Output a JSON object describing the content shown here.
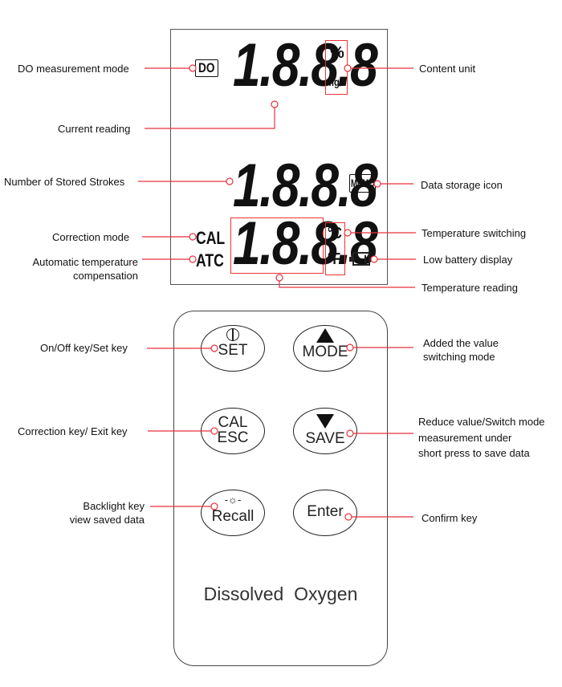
{
  "lcd": {
    "main_digits": "1.8.8.8",
    "stored_digits": "1.8.8.8",
    "temp_digits": "1.8.8.8",
    "do_icon": "DO",
    "unit_percent": "%",
    "unit_mgl": "mg/l",
    "memo_icon": "MEMO",
    "cal": "CAL",
    "atc": "ATC",
    "celsius": "°C",
    "fahrenheit": "°F"
  },
  "labels": {
    "do_mode": "DO measurement mode",
    "current_reading": "Current reading",
    "stored_strokes": "Number of Stored Strokes",
    "correction_mode": "Correction mode",
    "atc_line1": "Automatic temperature",
    "atc_line2": "compensation",
    "content_unit": "Content unit",
    "data_storage": "Data storage icon",
    "temp_switching": "Temperature switching",
    "low_battery": "Low battery display",
    "temp_reading": "Temperature reading",
    "onoff": "On/Off key/Set key",
    "correction_key": "Correction key/ Exit key",
    "backlight1": "Backlight key",
    "backlight2": "view saved data",
    "mode1": "Added the value",
    "mode2": "switching mode",
    "save1": "Reduce value/Switch mode",
    "save2": "measurement under",
    "save3": "short press to save data",
    "confirm": "Confirm key"
  },
  "keys": {
    "set": "SET",
    "mode": "MODE",
    "cal": "CAL",
    "esc": "ESC",
    "save": "SAVE",
    "recall": "Recall",
    "enter": "Enter"
  },
  "device_name": "Dissolved  Oxygen",
  "colors": {
    "callout": "#e8323c"
  }
}
